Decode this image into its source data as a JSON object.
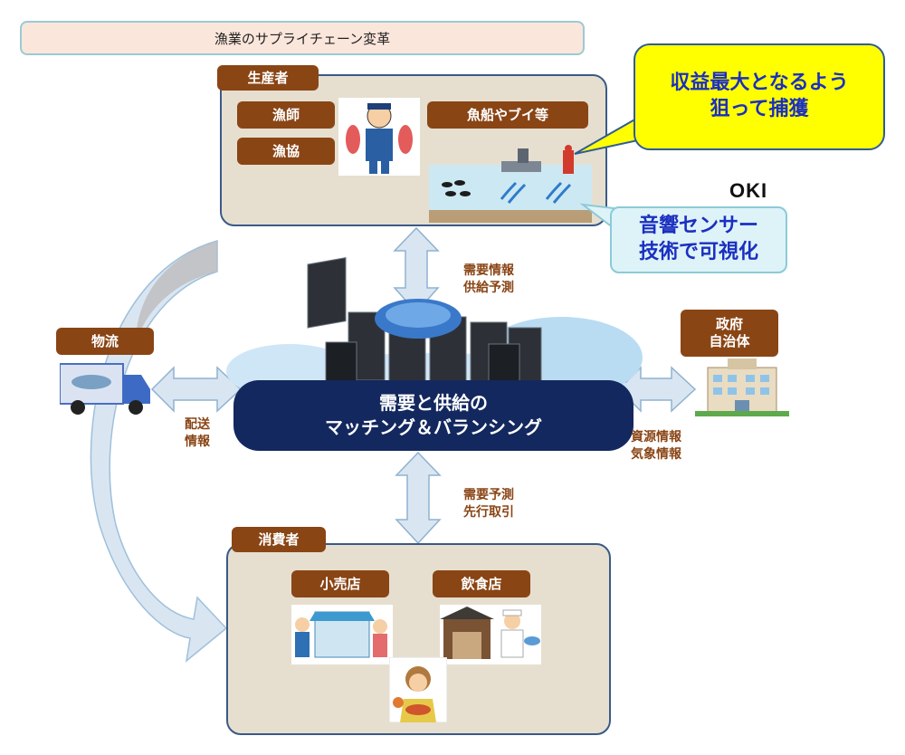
{
  "title": "漁業のサプライチェーン変革",
  "producer": {
    "tag": "生産者",
    "fishermen": "漁師",
    "coop": "漁協",
    "boats": "魚船やブイ等"
  },
  "callout_catch": {
    "line1": "収益最大となるよう",
    "line2": "狙って捕獲"
  },
  "oki_logo": "OKI",
  "callout_sensor": {
    "line1": "音響センサー",
    "line2": "技術で可視化"
  },
  "flow_producer": {
    "line1": "需要情報",
    "line2": "供給予測"
  },
  "logistics": {
    "tag": "物流"
  },
  "flow_logistics": {
    "line1": "配送",
    "line2": "情報"
  },
  "center": {
    "line1": "需要と供給の",
    "line2": "マッチング＆バランシング"
  },
  "government": {
    "line1": "政府",
    "line2": "自治体"
  },
  "flow_government": {
    "line1": "資源情報",
    "line2": "気象情報"
  },
  "flow_consumer": {
    "line1": "需要予測",
    "line2": "先行取引"
  },
  "consumer": {
    "tag": "消費者",
    "retail": "小売店",
    "restaurant": "飲食店"
  },
  "colors": {
    "tag_brown": "#8a4515",
    "panel_fill": "#e6dfd0",
    "panel_border": "#3a5a86",
    "center_navy": "#13285e",
    "callout_yellow": "#ffff00",
    "callout_text_blue": "#1b2fc0",
    "arrow_fill": "#d9e6f2"
  }
}
